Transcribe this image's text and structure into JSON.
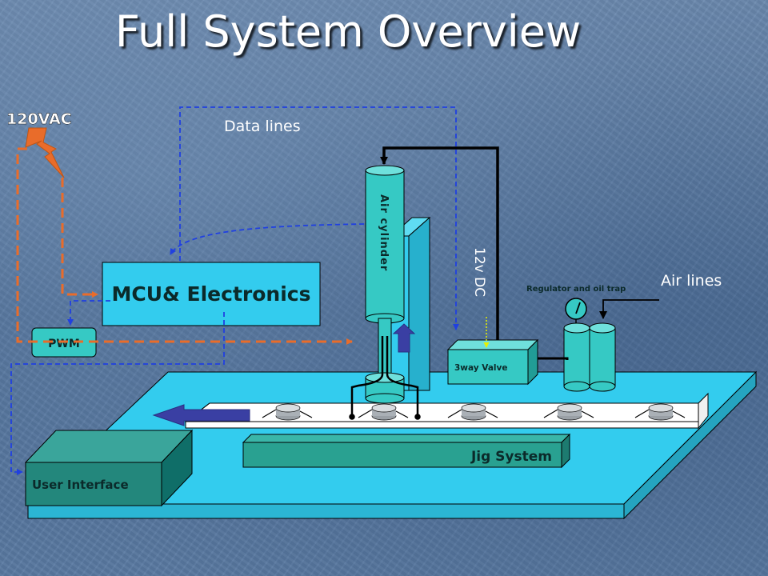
{
  "title": "Full System Overview",
  "labels": {
    "power": "120VAC",
    "data_lines": "Data lines",
    "mcu": "MCU& Electronics",
    "pwm": "PWM",
    "user_interface": "User Interface",
    "air_cylinder": "Air cylinder",
    "dc_12v": "12v DC",
    "valve": "3way Valve",
    "regulator": "Regulator and oil trap",
    "air_lines": "Air lines",
    "jig": "Jig System"
  },
  "colors": {
    "power_line": "#e96c2a",
    "data_line": "#2040e0",
    "box_fill": "#33ccee",
    "platform_fill": "#33ccee",
    "dark_teal": "#1f8a7e",
    "cylinder_fill": "#36c9c4",
    "arrow_navy": "#3a3fa3"
  }
}
